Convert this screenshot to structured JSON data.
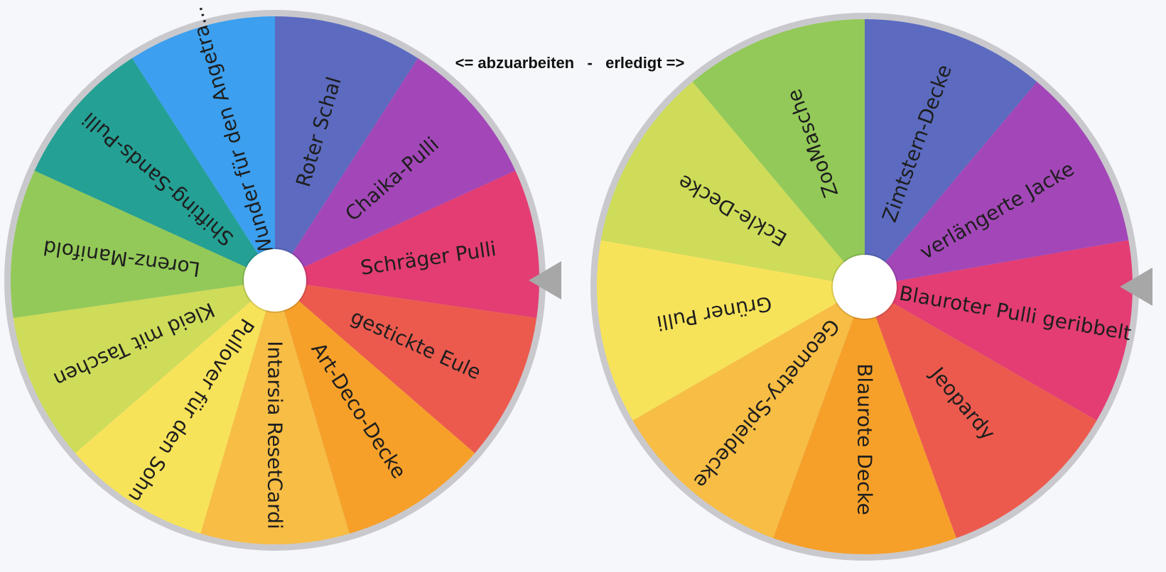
{
  "header": {
    "text": "<= abzuarbeiten   -   erledigt =>"
  },
  "colors": {
    "background": "#f5f7fa",
    "rim": "#c9c9cd",
    "hub": "#ffffff",
    "pointer": "#a7a7a7"
  },
  "left_wheel": {
    "name": "abzuarbeiten",
    "segments": [
      {
        "label": "Roter Schal",
        "color": "#5c6bc0"
      },
      {
        "label": "Chaika-Pulli",
        "color": "#a347b8"
      },
      {
        "label": "Schräger Pulli",
        "color": "#e33d73"
      },
      {
        "label": "gestickte Eule",
        "color": "#ec5a4e"
      },
      {
        "label": "Art-Deco-Decke",
        "color": "#f6a02a"
      },
      {
        "label": "Intarsia ResetCardi",
        "color": "#f7bd45"
      },
      {
        "label": "Pullover für den Sohn",
        "color": "#f7e35a"
      },
      {
        "label": "Kleid mit Taschen",
        "color": "#cedc59"
      },
      {
        "label": "Lorenz-Manifold",
        "color": "#93c958"
      },
      {
        "label": "Shifting-Sands-Pulli",
        "color": "#24a094"
      },
      {
        "label": "Wunder für den Angetra...",
        "color": "#3c9fef"
      }
    ]
  },
  "right_wheel": {
    "name": "erledigt",
    "segments": [
      {
        "label": "Zimtstern-Decke",
        "color": "#5c6bc0"
      },
      {
        "label": "verlängerte Jacke",
        "color": "#a347b8"
      },
      {
        "label": "Blauroter Pulli geribbelt",
        "color": "#e33d73"
      },
      {
        "label": "Jeopardy",
        "color": "#ec5a4e"
      },
      {
        "label": "Blaurote Decke",
        "color": "#f6a02a"
      },
      {
        "label": "Geometry-Spieldecke",
        "color": "#f7bd45"
      },
      {
        "label": "Grüner Pulli",
        "color": "#f7e35a"
      },
      {
        "label": "Eckle-Decke",
        "color": "#cedc59"
      },
      {
        "label": "ZooMasche",
        "color": "#93c958"
      }
    ]
  }
}
